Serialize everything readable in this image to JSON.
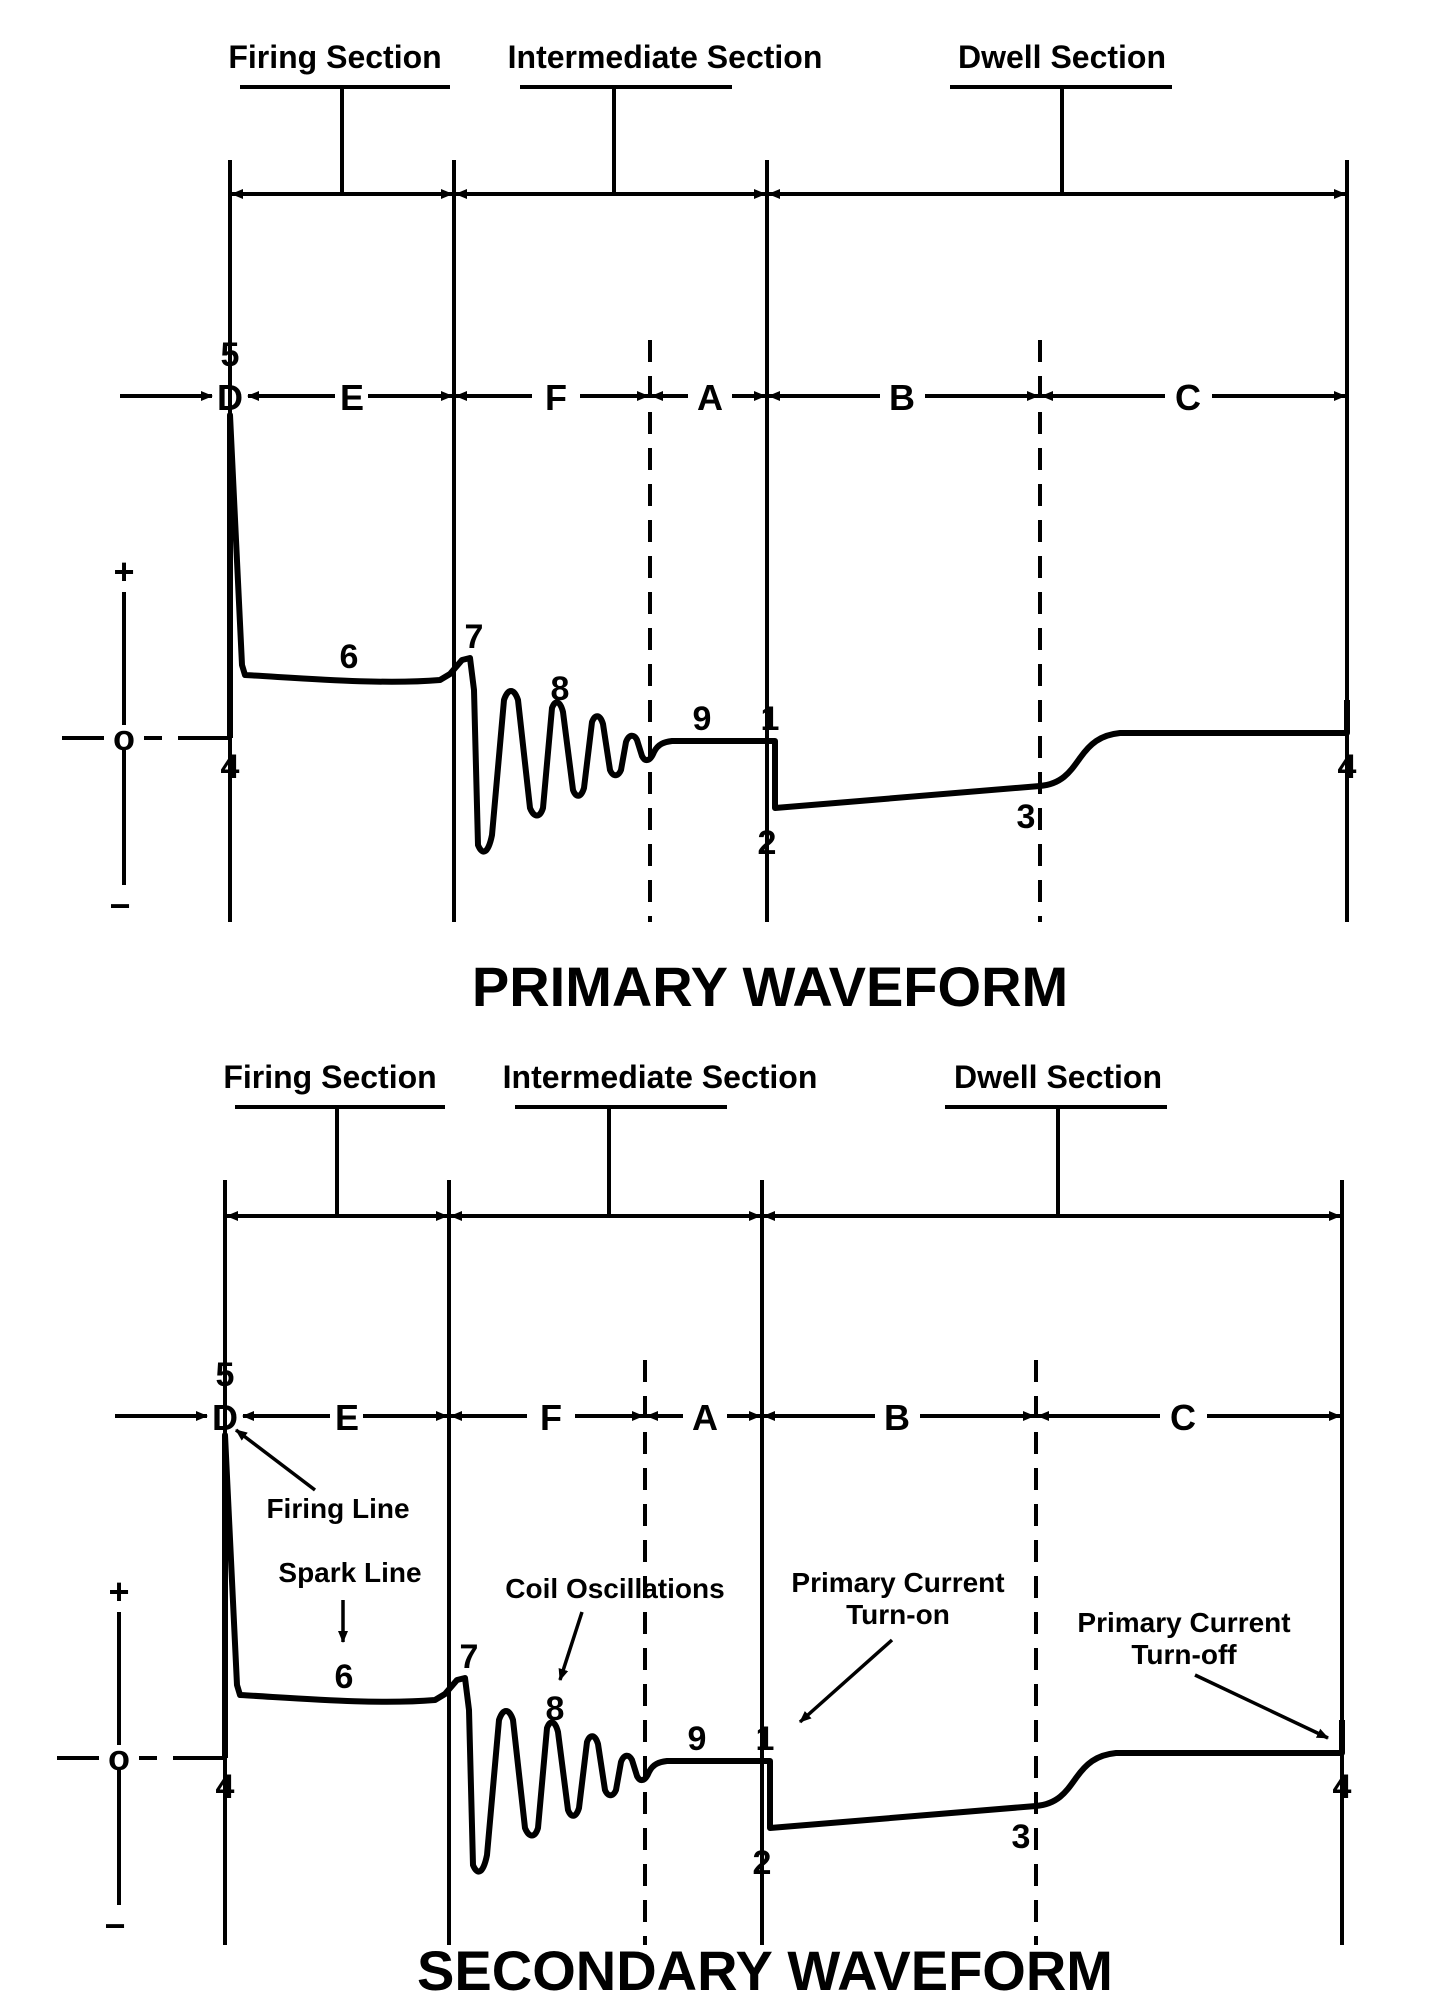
{
  "primary": {
    "title": "PRIMARY WAVEFORM",
    "sections": {
      "firing": "Firing Section",
      "intermediate": "Intermediate Section",
      "dwell": "Dwell Section"
    },
    "segments": {
      "d": "D",
      "e": "E",
      "f": "F",
      "a": "A",
      "b": "B",
      "c": "C"
    },
    "points": {
      "p5": "5",
      "p4_left": "4",
      "p6": "6",
      "p7": "7",
      "p8": "8",
      "p9": "9",
      "p1": "1",
      "p2": "2",
      "p3": "3",
      "p4_right": "4"
    },
    "axis": {
      "plus": "+",
      "zero": "o",
      "minus": "−"
    }
  },
  "secondary": {
    "title": "SECONDARY WAVEFORM",
    "sections": {
      "firing": "Firing Section",
      "intermediate": "Intermediate Section",
      "dwell": "Dwell Section"
    },
    "segments": {
      "d": "D",
      "e": "E",
      "f": "F",
      "a": "A",
      "b": "B",
      "c": "C"
    },
    "points": {
      "p5": "5",
      "p4_left": "4",
      "p6": "6",
      "p7": "7",
      "p8": "8",
      "p9": "9",
      "p1": "1",
      "p2": "2",
      "p3": "3",
      "p4_right": "4"
    },
    "axis": {
      "plus": "+",
      "zero": "o",
      "minus": "−"
    },
    "annotations": {
      "firing_line": "Firing Line",
      "spark_line": "Spark Line",
      "coil_oscillations": "Coil Oscillations",
      "primary_on_l1": "Primary Current",
      "primary_on_l2": "Turn-on",
      "primary_off_l1": "Primary Current",
      "primary_off_l2": "Turn-off"
    }
  }
}
